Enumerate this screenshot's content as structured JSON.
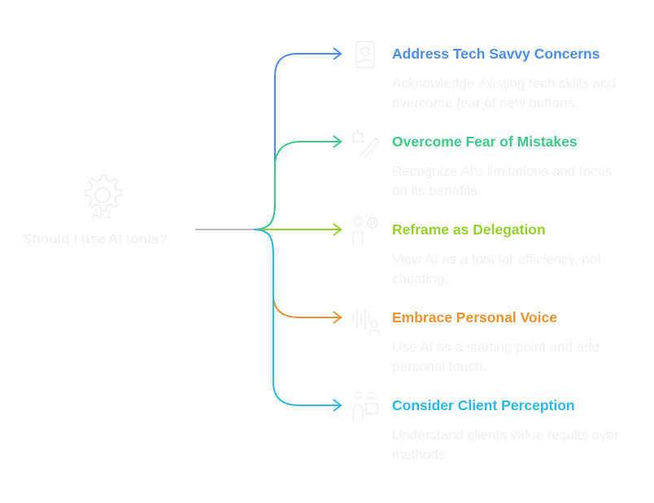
{
  "root": {
    "label": "Should I use AI tools?",
    "icon": "gear-api-icon",
    "color": "#f2f2f2"
  },
  "branches": [
    {
      "title": "Address Tech Savvy Concerns",
      "description": "Acknowledge existing tech skills and overcome fear of new buttons.",
      "color": "#4a8ee8",
      "icon": "user-phone-icon"
    },
    {
      "title": "Overcome Fear of Mistakes",
      "description": "Recognize AI's limitations and focus on its benefits.",
      "color": "#3cc98a",
      "icon": "robot-pencil-icon"
    },
    {
      "title": "Reframe as Delegation",
      "description": "View AI as a tool for efficiency, not cheating.",
      "color": "#97cf2f",
      "icon": "person-gears-icon"
    },
    {
      "title": "Embrace Personal Voice",
      "description": "Use AI as a starting point and add personal touch.",
      "color": "#ec9232",
      "icon": "soundwave-person-icon"
    },
    {
      "title": "Consider Client Perception",
      "description": "Understand clients value results over methods.",
      "color": "#29b8e8",
      "icon": "people-presentation-icon"
    }
  ]
}
